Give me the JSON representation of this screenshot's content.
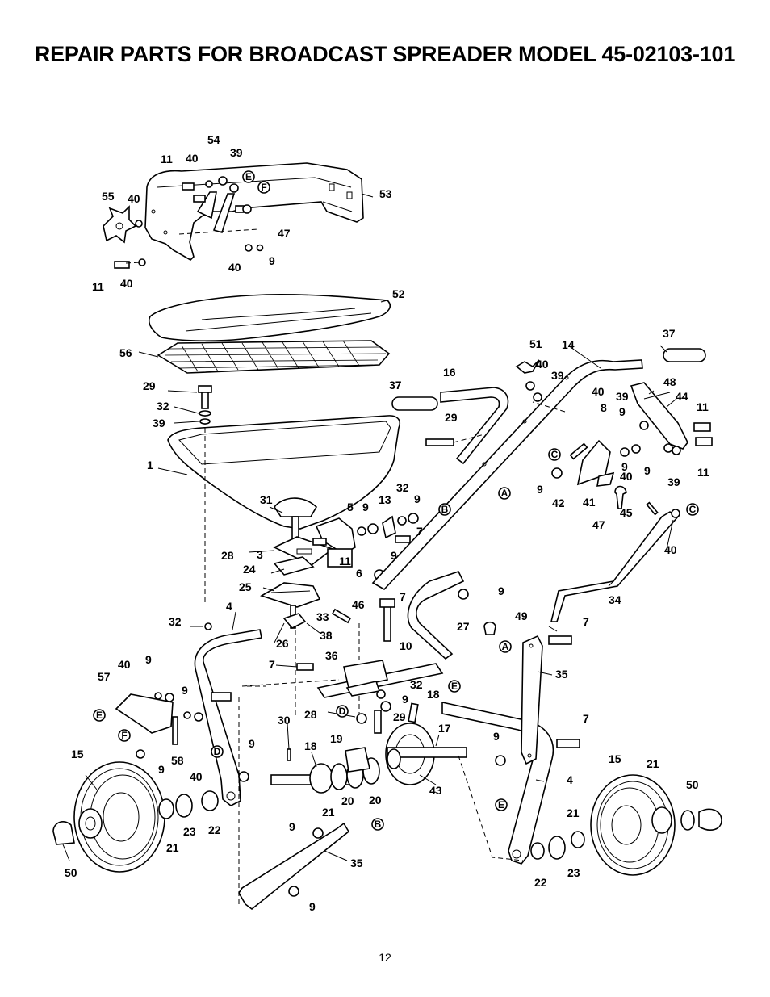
{
  "title": "REPAIR PARTS FOR BROADCAST SPREADER MODEL 45-02103-101",
  "page_number": "12",
  "part_labels": [
    "54",
    "11",
    "40",
    "39",
    "55",
    "40",
    "53",
    "47",
    "40",
    "9",
    "11",
    "40",
    "52",
    "56",
    "37",
    "51",
    "14",
    "40",
    "39",
    "16",
    "37",
    "48",
    "29",
    "32",
    "39",
    "39",
    "44",
    "40",
    "8",
    "9",
    "11",
    "29",
    "1",
    "9",
    "9",
    "11",
    "40",
    "39",
    "9",
    "42",
    "41",
    "47",
    "45",
    "31",
    "32",
    "5",
    "9",
    "13",
    "9",
    "7",
    "28",
    "3",
    "9",
    "11",
    "24",
    "6",
    "25",
    "46",
    "4",
    "7",
    "9",
    "32",
    "33",
    "26",
    "38",
    "49",
    "27",
    "7",
    "10",
    "36",
    "40",
    "9",
    "57",
    "9",
    "7",
    "32",
    "18",
    "28",
    "29",
    "9",
    "30",
    "17",
    "9",
    "40",
    "9",
    "15",
    "58",
    "19",
    "18",
    "9",
    "4",
    "15",
    "21",
    "50",
    "20",
    "20",
    "43",
    "21",
    "21",
    "23",
    "22",
    "9",
    "35",
    "50",
    "21",
    "23",
    "22",
    "9",
    "7",
    "35",
    "34",
    "40"
  ],
  "callouts": [
    "E",
    "F",
    "A",
    "B",
    "C",
    "C",
    "A",
    "E",
    "D",
    "E",
    "F",
    "D",
    "E",
    "B"
  ]
}
